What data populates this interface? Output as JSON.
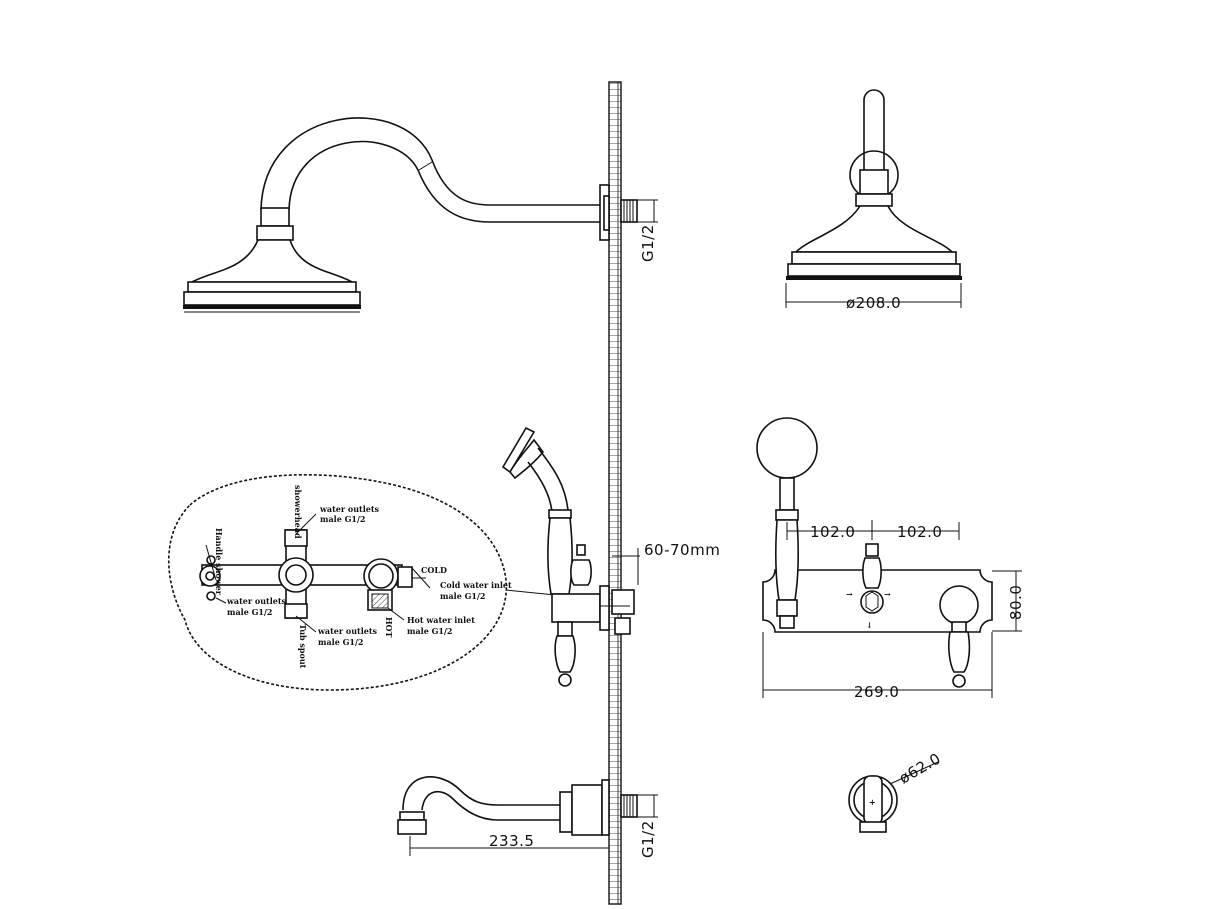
{
  "dimensions": {
    "head_thread": "G1/2",
    "head_diameter": "ø208.0",
    "wall_depth": "60-70mm",
    "spacing_left": "102.0",
    "spacing_right": "102.0",
    "plate_height": "80.0",
    "plate_width": "269.0",
    "spout_length": "233.5",
    "spout_thread": "G1/2",
    "escutcheon_diameter": "ø62.0"
  },
  "callouts": {
    "headshower": "showerhead",
    "handle_shower": "Handle shower",
    "outlet_top": [
      "water outlets",
      "male G1/2"
    ],
    "outlet_left": [
      "water outlets",
      "male G1/2"
    ],
    "outlet_bottom": [
      "water outlets",
      "male G1/2"
    ],
    "tub_spout": "Tub spout",
    "cold": "COLD",
    "cold_inlet": [
      "Cold water inlet",
      "male G1/2"
    ],
    "hot": "HOT",
    "hot_inlet": [
      "Hot water inlet",
      "male G1/2"
    ]
  }
}
